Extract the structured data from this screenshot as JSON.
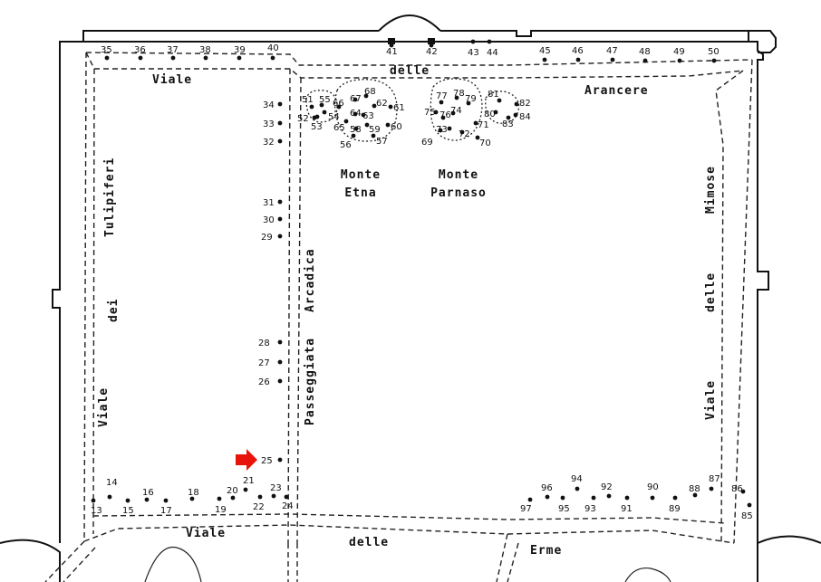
{
  "streets": {
    "viale_top": "Viale",
    "delle_top": "delle",
    "arancere": "Arancere",
    "viale_left": "Viale",
    "dei_left": "dei",
    "tulipiferi": "Tulipiferi",
    "passeggiata": "Passeggiata",
    "arcadica": "Arcadica",
    "mimose": "Mimose",
    "delle_right": "delle",
    "viale_right": "Viale",
    "viale_bottom": "Viale",
    "delle_bottom": "delle",
    "erme": "Erme"
  },
  "areas": {
    "monte_etna_1": "Monte",
    "monte_etna_2": "Etna",
    "monte_parnaso_1": "Monte",
    "monte_parnaso_2": "Parnaso"
  },
  "marker": {
    "target": "25",
    "color": "#e8140c"
  },
  "points": [
    "13",
    "14",
    "15",
    "16",
    "17",
    "18",
    "19",
    "20",
    "21",
    "22",
    "23",
    "24",
    "25",
    "26",
    "27",
    "28",
    "29",
    "30",
    "31",
    "32",
    "33",
    "34",
    "35",
    "36",
    "37",
    "38",
    "39",
    "40",
    "41",
    "42",
    "43",
    "44",
    "45",
    "46",
    "47",
    "48",
    "49",
    "50",
    "51",
    "52",
    "53",
    "54",
    "55",
    "56",
    "57",
    "58",
    "59",
    "60",
    "61",
    "62",
    "63",
    "64",
    "65",
    "66",
    "67",
    "68",
    "69",
    "70",
    "71",
    "72",
    "73",
    "74",
    "75",
    "76",
    "77",
    "78",
    "79",
    "80",
    "81",
    "82",
    "83",
    "84",
    "85",
    "86",
    "87",
    "88",
    "89",
    "90",
    "91",
    "92",
    "93",
    "94",
    "95",
    "96",
    "97"
  ]
}
